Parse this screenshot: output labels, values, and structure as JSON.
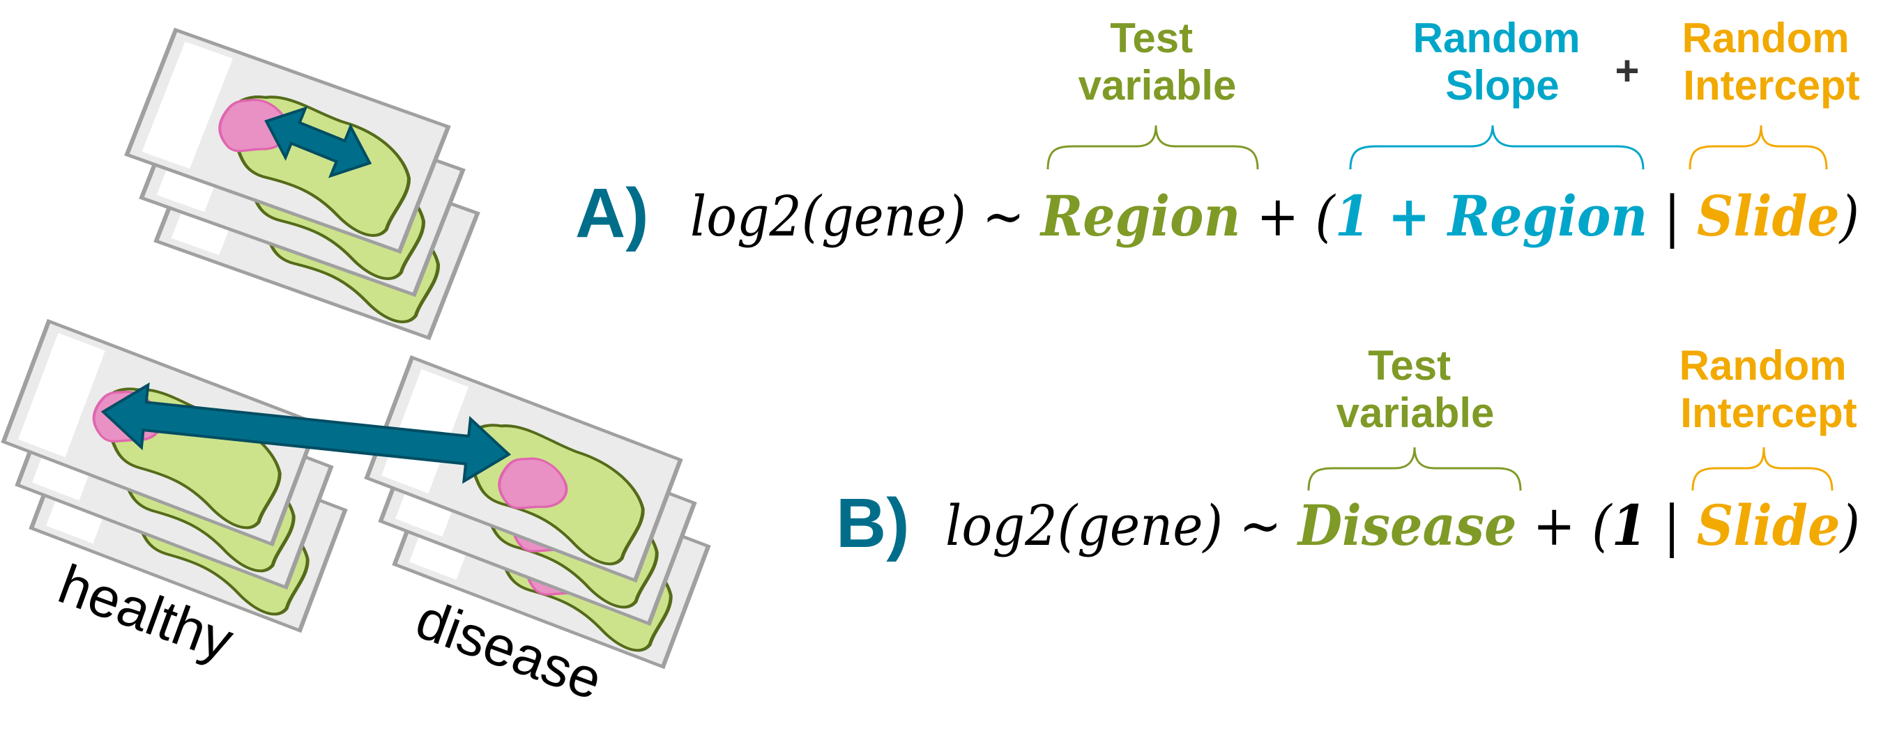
{
  "colors": {
    "test_variable": "#7f9a26",
    "random_slope": "#00a6c9",
    "random_intercept": "#f2a900",
    "panel_letter": "#006e8a",
    "arrow": "#006e8a"
  },
  "left": {
    "label_healthy": "healthy",
    "label_disease": "disease"
  },
  "panel_a": {
    "letter": "A)",
    "annotations": {
      "test_variable": [
        "Test",
        "variable"
      ],
      "random_slope": [
        "Random",
        "Slope"
      ],
      "plus": "+",
      "random_intercept": [
        "Random",
        "Intercept"
      ]
    },
    "formula": {
      "lhs": "log2(gene) ~ ",
      "fixed": "Region",
      "op1": " + (",
      "slope": "1 + Region",
      "bar": " | ",
      "group": "Slide",
      "close": ")"
    }
  },
  "panel_b": {
    "letter": "B)",
    "annotations": {
      "test_variable": [
        "Test",
        "variable"
      ],
      "random_intercept": [
        "Random",
        "Intercept"
      ]
    },
    "formula": {
      "lhs": "log2(gene) ~ ",
      "fixed": "Disease",
      "op1": " + (",
      "one": "1",
      "bar": " | ",
      "group": "Slide",
      "close": ")"
    }
  }
}
